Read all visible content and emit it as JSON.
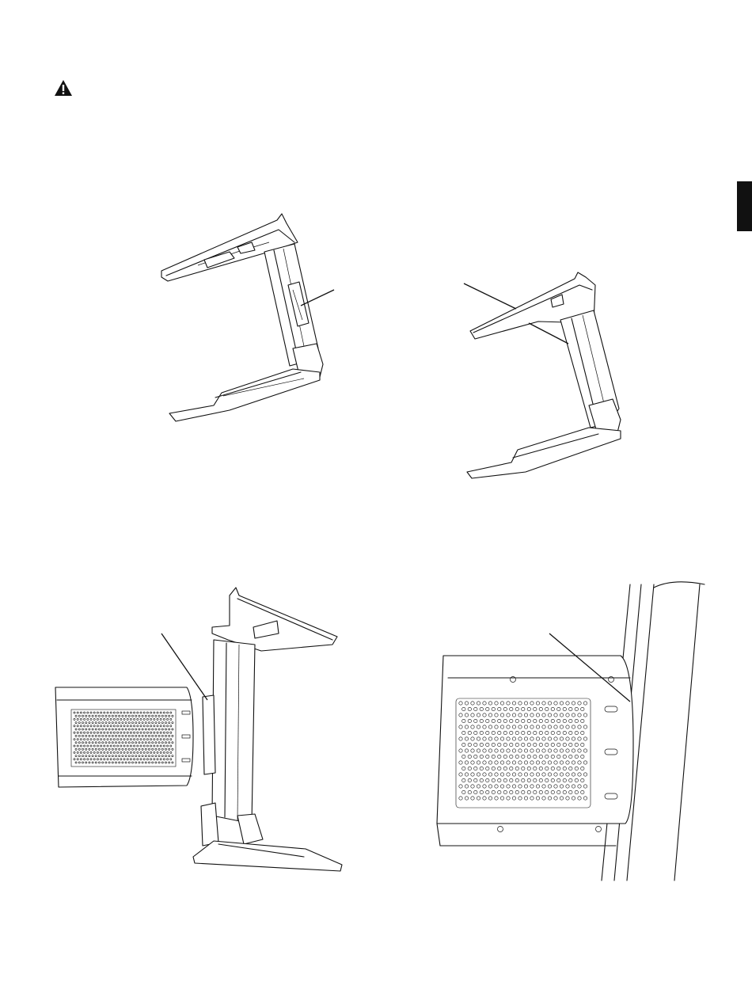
{
  "page": {
    "icons": {
      "warning": "warning-triangle-icon",
      "section_tab": "black-section-tab"
    },
    "figures": [
      {
        "name": "stand-frame-with-bracket"
      },
      {
        "name": "stand-frame-rails"
      },
      {
        "name": "speaker-panel-attaching-to-stand"
      },
      {
        "name": "speaker-panel-mounted-closeup"
      }
    ],
    "colors": {
      "ink": "#111111",
      "background": "#ffffff"
    }
  }
}
